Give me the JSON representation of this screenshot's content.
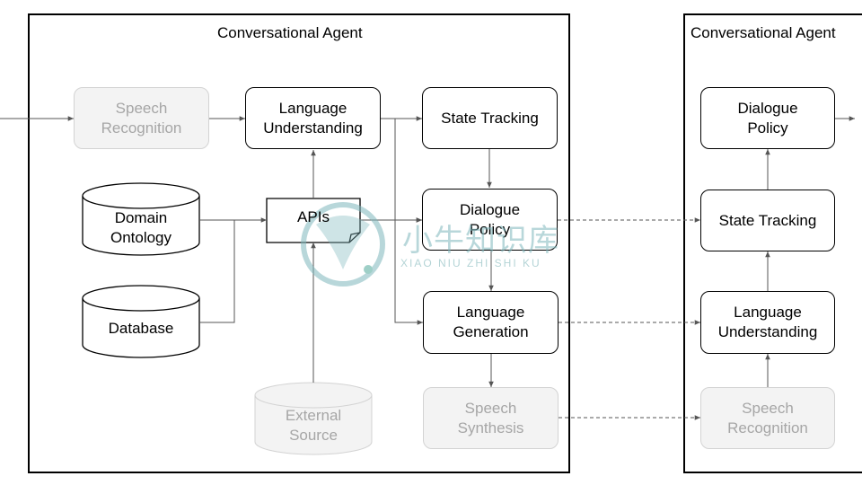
{
  "left_agent": {
    "title": "Conversational Agent",
    "speech_recognition": "Speech\nRecognition",
    "language_understanding": "Language\nUnderstanding",
    "state_tracking": "State Tracking",
    "dialogue_policy": "Dialogue\nPolicy",
    "language_generation": "Language\nGeneration",
    "speech_synthesis": "Speech\nSynthesis",
    "apis": "APIs",
    "domain_ontology": "Domain\nOntology",
    "database": "Database",
    "external_source": "External\nSource"
  },
  "right_agent": {
    "title": "Conversational Agent",
    "dialogue_policy": "Dialogue\nPolicy",
    "state_tracking": "State Tracking",
    "language_understanding": "Language\nUnderstanding",
    "speech_recognition": "Speech\nRecognition"
  },
  "watermark": {
    "text": "小牛知识库",
    "subtext": "XIAO NIU ZHI SHI KU"
  },
  "colors": {
    "line": "#555555",
    "faded_border": "#d3d3d3",
    "faded_fill": "#f3f3f3",
    "faded_text": "#a6a6a6",
    "watermark": "#7fb8bd"
  }
}
